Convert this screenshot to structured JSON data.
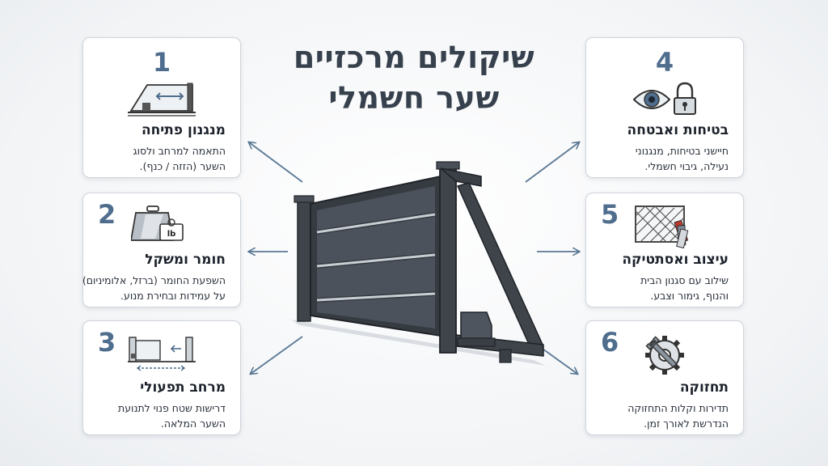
{
  "title": {
    "line1": "שיקולים מרכזיים",
    "line2": "שער חשמלי"
  },
  "cards": [
    {
      "number": "1",
      "title": "מנגנון פתיחה",
      "desc": [
        "התאמה למרחב ולסוג",
        "השער (הזזה / כנף)."
      ],
      "icon": "sliding-gate-mechanism-icon"
    },
    {
      "number": "2",
      "title": "חומר ומשקל",
      "desc": [
        "השפעת החומר (ברזל, אלומיניום)",
        "על עמידות ובחירת מנוע."
      ],
      "icon": "weight-icon",
      "icon_label": "lb"
    },
    {
      "number": "3",
      "title": "מרחב תפעולי",
      "desc": [
        "דרישות שטח פנוי לתנועת",
        "השער המלאה."
      ],
      "icon": "clearance-space-icon"
    },
    {
      "number": "4",
      "title": "בטיחות ואבטחה",
      "desc": [
        "חיישני בטיחות, מנגנוני",
        "נעילה, גיבוי חשמלי."
      ],
      "icon": "eye-lock-icon"
    },
    {
      "number": "5",
      "title": "עיצוב ואסתטיקה",
      "desc": [
        "שילוב עם סגנון הבית",
        "והנוף, גימור וצבע."
      ],
      "icon": "design-swatch-icon"
    },
    {
      "number": "6",
      "title": "תחזוקה",
      "desc": [
        "תדירות וקלות התחזוקה",
        "הנדרשת לאורך זמן."
      ],
      "icon": "gear-wrench-icon"
    }
  ],
  "colors": {
    "accent": "#4f6d8d",
    "gate": "#3f444b",
    "card_border": "#cfd5db",
    "arrow": "#5a7894"
  }
}
